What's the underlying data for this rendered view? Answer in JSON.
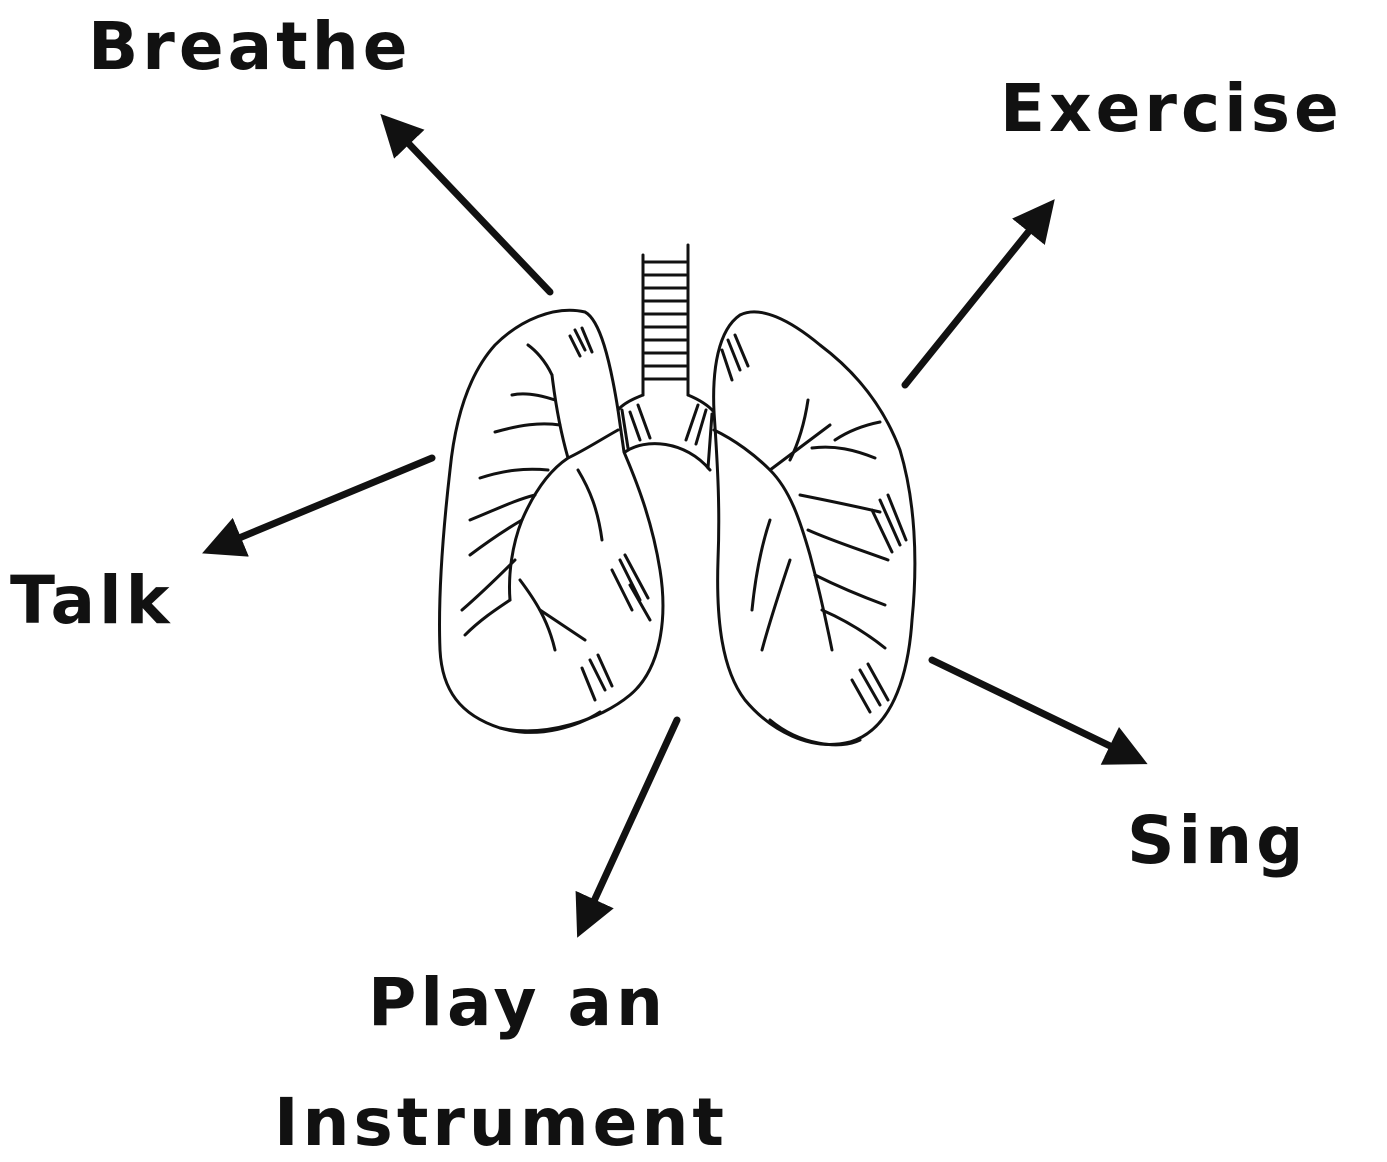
{
  "diagram": {
    "labels": {
      "breathe": "Breathe",
      "exercise": "Exercise",
      "talk": "Talk",
      "sing": "Sing",
      "play_line1": "Play an",
      "play_line2": "Instrument"
    },
    "colors": {
      "ink": "#111111",
      "background": "#ffffff"
    },
    "icon": "lungs-icon"
  }
}
